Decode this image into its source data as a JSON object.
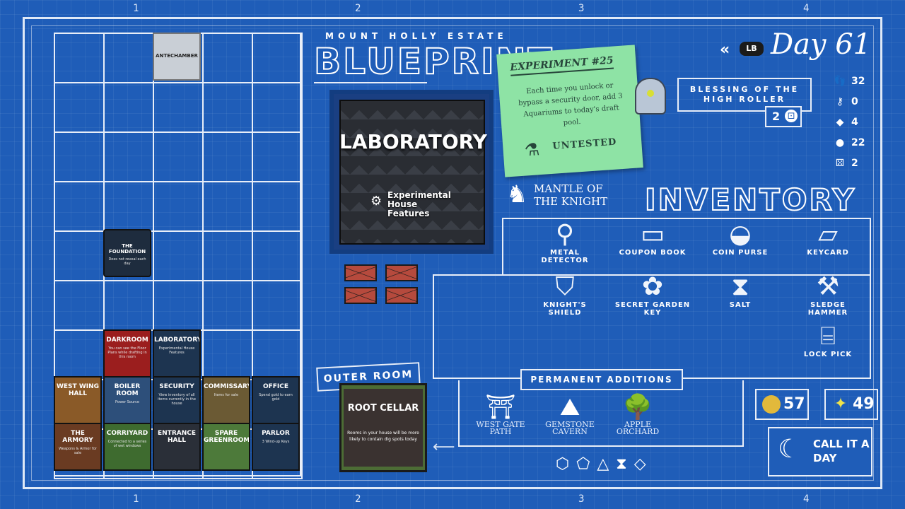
{
  "ruler": {
    "top": [
      "1",
      "2",
      "3",
      "4"
    ],
    "bottom": [
      "1",
      "2",
      "3",
      "4"
    ]
  },
  "brand": {
    "subtitle": "MOUNT HOLLY ESTATE",
    "title": "BLUEPRINT"
  },
  "grid": {
    "antechamber": "ANTECHAMBER",
    "foundation": {
      "name": "THE FOUNDATION",
      "desc": "Does not reveal each day"
    },
    "rooms": [
      {
        "name": "DARKROOM",
        "desc": "You can see the Floor Plans while drafting in this room",
        "color": "#9b1e1e"
      },
      {
        "name": "LABORATORY",
        "desc": "Experimental House Features",
        "color": "#1d3450"
      },
      {
        "name": "WEST WING HALL",
        "desc": "",
        "color": "#8a5a28"
      },
      {
        "name": "BOILER ROOM",
        "desc": "Power Source",
        "color": "#2d4f7a"
      },
      {
        "name": "SECURITY",
        "desc": "View inventory of all items currently in the house",
        "color": "#1d3450"
      },
      {
        "name": "COMMISSARY",
        "desc": "Items for sale",
        "color": "#6b5a34"
      },
      {
        "name": "OFFICE",
        "desc": "Spend gold to earn gold",
        "color": "#1d3450"
      },
      {
        "name": "THE ARMORY",
        "desc": "Weapons & Armor for sale",
        "color": "#6a3b22"
      },
      {
        "name": "CORRIYARD",
        "desc": "Connected to a series of wet windows",
        "color": "#3e6b2f"
      },
      {
        "name": "ENTRANCE HALL",
        "desc": "",
        "color": "#2a2f38"
      },
      {
        "name": "SPARE GREENROOM",
        "desc": "",
        "color": "#4d7a3a"
      },
      {
        "name": "PARLOR",
        "desc": "3 Wind-up Keys",
        "color": "#1d3450"
      }
    ]
  },
  "selected_room": {
    "name": "LABORATORY",
    "feature": "Experimental House Features"
  },
  "experiment": {
    "title": "EXPERIMENT #25",
    "body": "Each time you unlock or bypass a security door, add 3 Aquariums to today's draft pool.",
    "status": "UNTESTED"
  },
  "header": {
    "lb_label": "LB",
    "day": "Day 61"
  },
  "blessing": {
    "text": "BLESSING OF THE HIGH ROLLER",
    "count": "2"
  },
  "resources": [
    {
      "icon": "footsteps-icon",
      "glyph": "👣",
      "value": "32"
    },
    {
      "icon": "key-icon",
      "glyph": "⚷",
      "value": "0"
    },
    {
      "icon": "gem-icon",
      "glyph": "◆",
      "value": "4"
    },
    {
      "icon": "coin-icon",
      "glyph": "●",
      "value": "22"
    },
    {
      "icon": "dice-icon",
      "glyph": "⚄",
      "value": "2"
    }
  ],
  "mantle": {
    "line1": "MANTLE OF",
    "line2": "THE KNIGHT"
  },
  "inventory": {
    "title": "INVENTORY",
    "items": [
      {
        "label": "METAL DETECTOR",
        "icon": "metal-detector-icon",
        "glyph": "⚲"
      },
      {
        "label": "COUPON BOOK",
        "icon": "coupon-book-icon",
        "glyph": "▭"
      },
      {
        "label": "COIN PURSE",
        "icon": "coin-purse-icon",
        "glyph": "◒"
      },
      {
        "label": "KEYCARD",
        "icon": "keycard-icon",
        "glyph": "▱"
      },
      {
        "label": "KNIGHT'S SHIELD",
        "icon": "shield-icon",
        "glyph": "⛉"
      },
      {
        "label": "SECRET GARDEN KEY",
        "icon": "garden-key-icon",
        "glyph": "✿"
      },
      {
        "label": "SALT",
        "icon": "salt-icon",
        "glyph": "⧗"
      },
      {
        "label": "SLEDGE HAMMER",
        "icon": "hammer-icon",
        "glyph": "⚒"
      },
      {
        "label": "LOCK PICK",
        "icon": "lock-pick-icon",
        "glyph": "⌸"
      }
    ]
  },
  "permanent": {
    "label": "PERMANENT ADDITIONS",
    "items": [
      {
        "label1": "WEST GATE",
        "label2": "PATH",
        "icon": "gate-icon",
        "glyph": "⛩"
      },
      {
        "label1": "GEMSTONE",
        "label2": "CAVERN",
        "icon": "cavern-icon",
        "glyph": "⛰"
      },
      {
        "label1": "APPLE",
        "label2": "ORCHARD",
        "icon": "tree-icon",
        "glyph": "🌳"
      }
    ]
  },
  "outer_room": {
    "label": "OUTER ROOM",
    "name": "ROOT CELLAR",
    "desc": "Rooms in your house will be more likely to contain dig spots today"
  },
  "stats": {
    "allowance": "57",
    "stars": "49"
  },
  "call_it_a_day": "CALL IT A DAY",
  "colors": {
    "background": "#1f5db8",
    "line": "#e8eef8",
    "note": "#8ee3a5"
  }
}
